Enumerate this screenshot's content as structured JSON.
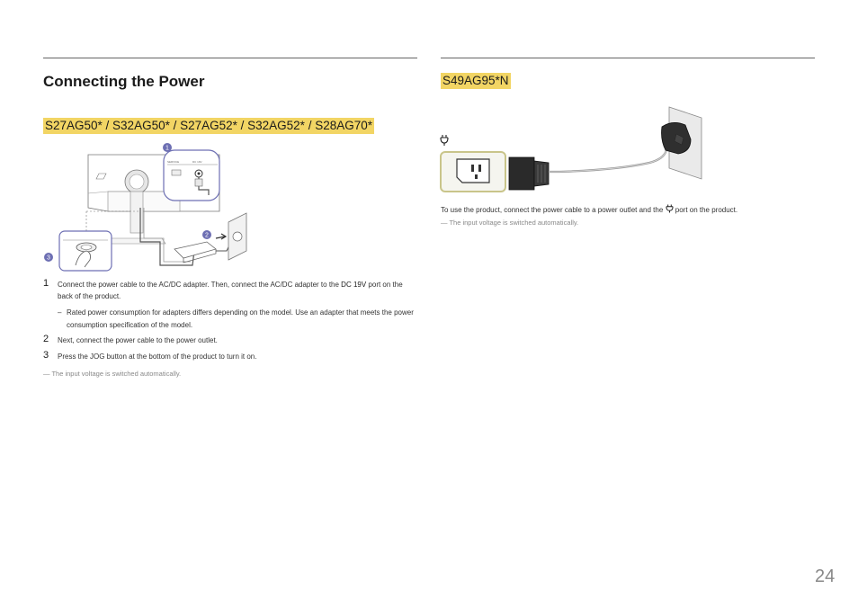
{
  "page": {
    "section_title": "Connecting the Power",
    "page_number": "24"
  },
  "left": {
    "model_heading": "S27AG50* / S32AG50* / S27AG52* / S32AG52* / S28AG70*",
    "figure_labels": {
      "callout_1": "1",
      "callout_2": "2",
      "callout_3": "3",
      "port_label_a": "SERVICE",
      "port_label_b": "DC 19V"
    },
    "steps": [
      {
        "num": "1",
        "text_before": "Connect the power cable to the AC/DC adapter. Then, connect the AC/DC adapter to the",
        "port": "DC 19V",
        "text_after": "port on the back of the product."
      },
      {
        "num": "2",
        "text": "Next, connect the power cable to the power outlet."
      },
      {
        "num": "3",
        "text": "Press the JOG button at the bottom of the product to turn it on."
      }
    ],
    "step1_sub": {
      "dash": "–",
      "text": "Rated power consumption for adapters differs depending on the model. Use an adapter that meets the power consumption specification of the model."
    },
    "note": "― The input voltage is switched automatically."
  },
  "right": {
    "model_heading": "S49AG95*N",
    "body_before": "To use the product, connect the power cable to a power outlet and the",
    "body_after": "port on the product.",
    "note": "― The input voltage is switched automatically."
  },
  "colors": {
    "highlight": "#f2d564",
    "callout": "#6d6fb3",
    "rule": "#666666",
    "port_frame": "#c9c58a"
  },
  "icons": {
    "power_port": "power-plug-icon"
  }
}
